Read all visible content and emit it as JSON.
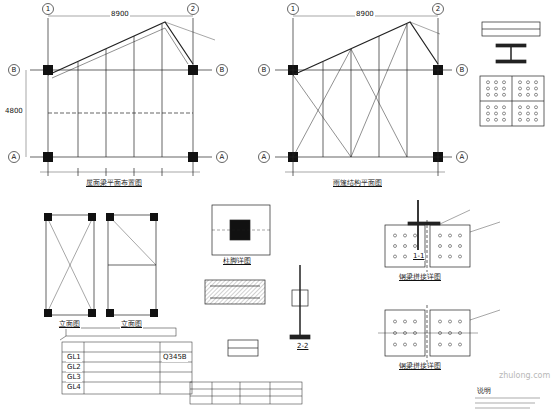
{
  "diagram": {
    "nodes": [
      {
        "text": [
          "1"
        ]
      },
      {
        "text": [
          "2"
        ]
      },
      {
        "text": [
          "B"
        ]
      },
      {
        "text": [
          "A"
        ]
      },
      {
        "text": [
          "B"
        ]
      },
      {
        "text": [
          "A"
        ]
      },
      {
        "text": [
          "1"
        ]
      },
      {
        "text": [
          "2"
        ]
      },
      {
        "text": [
          "B"
        ]
      },
      {
        "text": [
          "A"
        ]
      },
      {
        "text": [
          "B"
        ]
      },
      {
        "text": [
          "A"
        ]
      }
    ],
    "labels": [
      "8900",
      "屋面梁平面布置图",
      "4800",
      "8900",
      "雨篷结构平面图",
      "立面图",
      "立面图",
      "GL1",
      "GL2",
      "GL3",
      "GL4",
      "Q345B",
      "柱脚详图",
      "2-2",
      "1-1",
      "钢梁拼接详图",
      "钢梁拼接详图",
      "说明",
      "zhulong.com"
    ]
  }
}
